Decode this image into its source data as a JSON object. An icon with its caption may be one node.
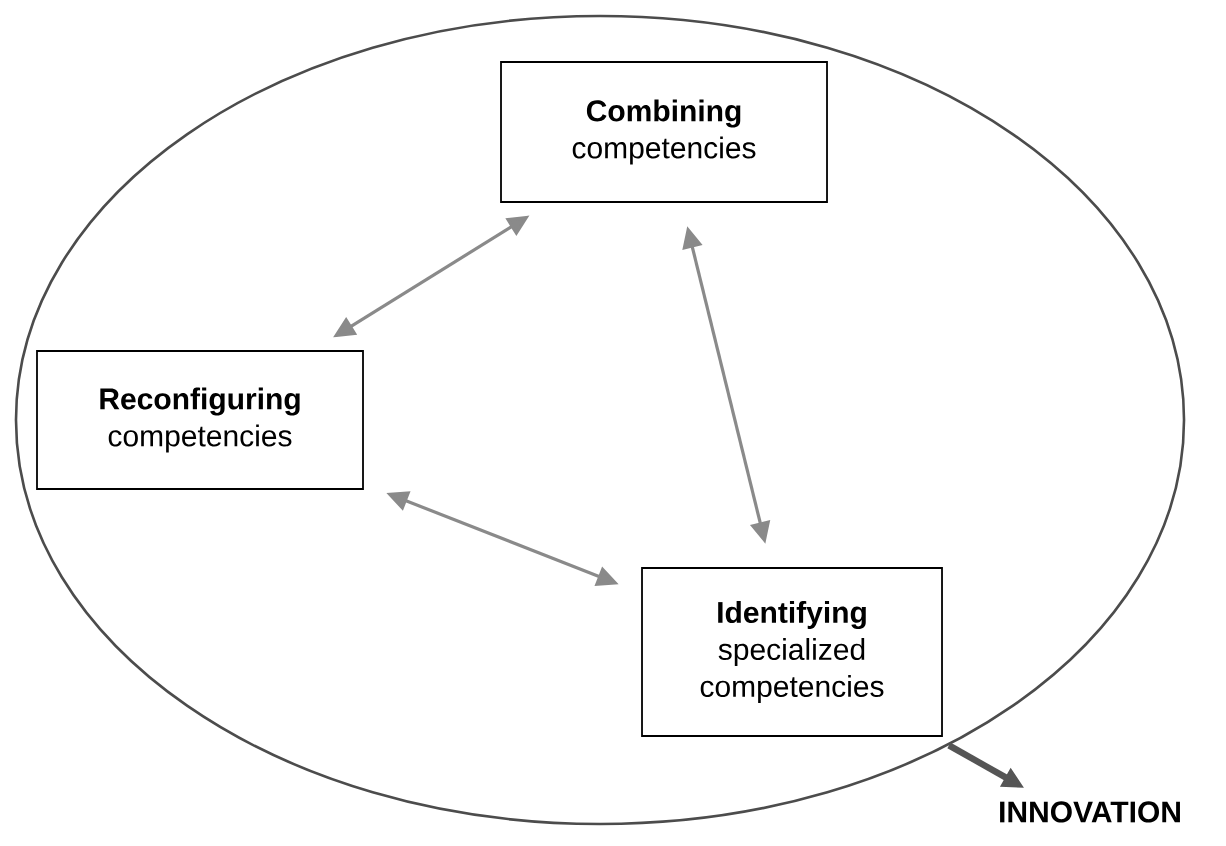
{
  "diagram": {
    "nodes": [
      {
        "text": [],
        "shape": "ellipse"
      },
      {
        "text": [
          "Combining",
          "competencies"
        ],
        "in": 0
      },
      {
        "text": [
          "Reconfiguring",
          "competencies"
        ],
        "in": 0
      },
      {
        "text": [
          "Identifying",
          "specialized competencies"
        ],
        "in": 0
      },
      {
        "text": [
          "INNOVATION"
        ]
      }
    ],
    "edges": [
      {
        "from": 1,
        "to": 2,
        "arrow": "both"
      },
      {
        "from": 1,
        "to": 3,
        "arrow": "both"
      },
      {
        "from": 2,
        "to": 3,
        "arrow": "both"
      },
      {
        "from": 0,
        "to": 4,
        "arrow": "to",
        "style": "thick",
        "color": "#555555"
      }
    ]
  }
}
